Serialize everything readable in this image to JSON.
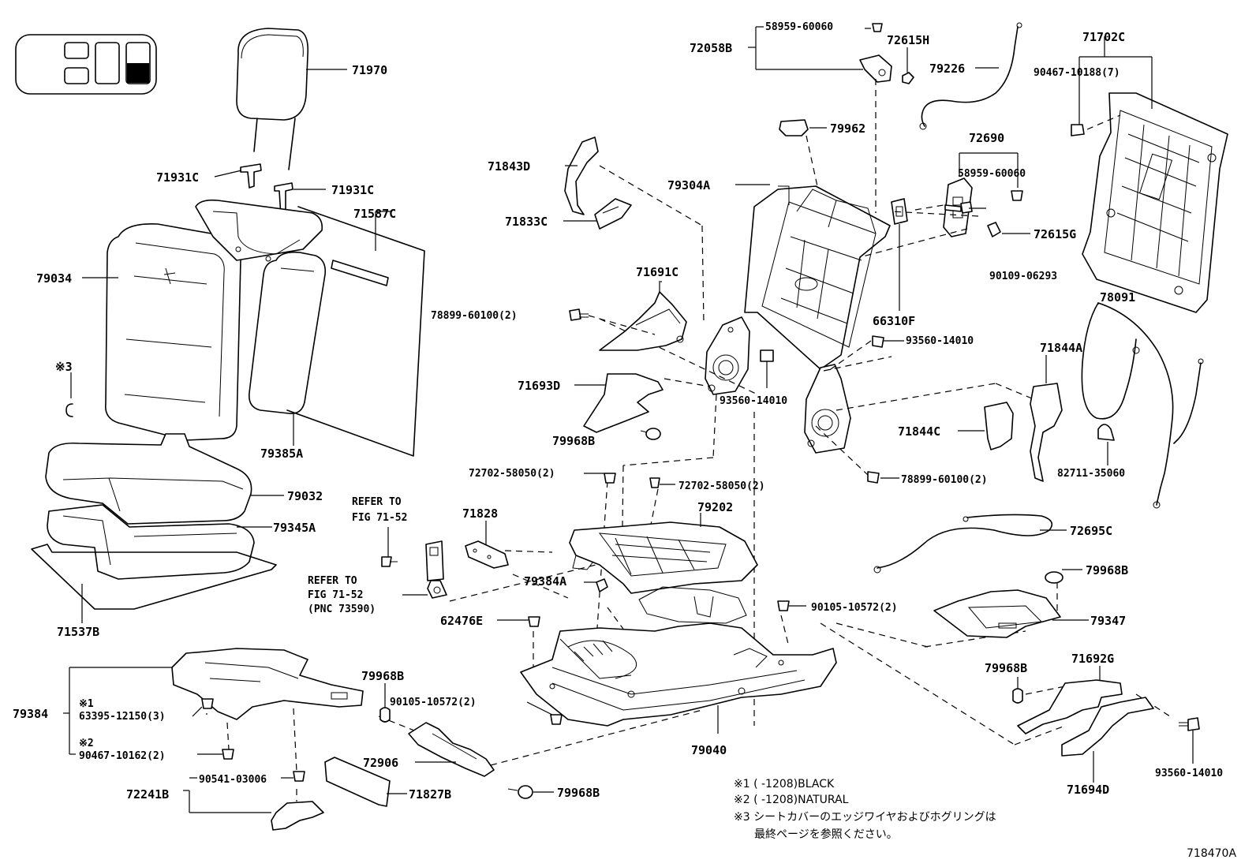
{
  "labels": {
    "p71970": "71970",
    "p71931c_a": "71931C",
    "p71931c_b": "71931C",
    "p71587c": "71587C",
    "p79034": "79034",
    "p79385a": "79385A",
    "p79032": "79032",
    "p79345a": "79345A",
    "p71537b": "71537B",
    "p72058b": "72058B",
    "p58959_a": "58959-60060",
    "p72615h": "72615H",
    "p79226": "79226",
    "p71702c": "71702C",
    "p90467_10188": "90467-10188(7)",
    "p79962": "79962",
    "p72690": "72690",
    "p58959_b": "58959-60060",
    "p72615g": "72615G",
    "p71843d": "71843D",
    "p79304a": "79304A",
    "p71833c": "71833C",
    "p71691c": "71691C",
    "p78899_a": "78899-60100(2)",
    "p90109": "90109-06293",
    "p66310f": "66310F",
    "p78091": "78091",
    "p93560_a": "93560-14010",
    "p93560_b": "93560-14010",
    "p71693d": "71693D",
    "p71844a": "71844A",
    "p71844c": "71844C",
    "p79968b_a": "79968B",
    "p82711": "82711-35060",
    "p78899_b": "78899-60100(2)",
    "p72702_a": "72702-58050(2)",
    "p72702_b": "72702-58050(2)",
    "p79202": "79202",
    "p71828": "71828",
    "p72695c": "72695C",
    "ref1_a": "REFER TO",
    "ref1_b": "FIG 71-52",
    "ref2_a": "REFER TO",
    "ref2_b": "FIG 71-52",
    "ref2_c": "(PNC 73590)",
    "p79384a": "79384A",
    "p79968b_b": "79968B",
    "p90105_a": "90105-10572(2)",
    "p62476e": "62476E",
    "p79347": "79347",
    "p79384": "79384",
    "star1": "※1",
    "p63395": "63395-12150(3)",
    "star2": "※2",
    "p90467_10162": "90467-10162(2)",
    "p79968b_c": "79968B",
    "p90105_b": "90105-10572(2)",
    "p79968b_d": "79968B",
    "p71692g": "71692G",
    "p79040": "79040",
    "p72906": "72906",
    "p72241b": "72241B",
    "p90541": "90541-03006",
    "p71827b": "71827B",
    "p79968b_e": "79968B",
    "p71694d": "71694D",
    "p93560_c": "93560-14010",
    "star3": "※3"
  },
  "notes": {
    "n1": "※1 (     -1208)BLACK",
    "n2": "※2 (     -1208)NATURAL",
    "n3a": "※3 シートカバーのエッジワイヤおよびホグリングは",
    "n3b": "最終ページを参照ください。"
  },
  "figure_id": "718470A"
}
